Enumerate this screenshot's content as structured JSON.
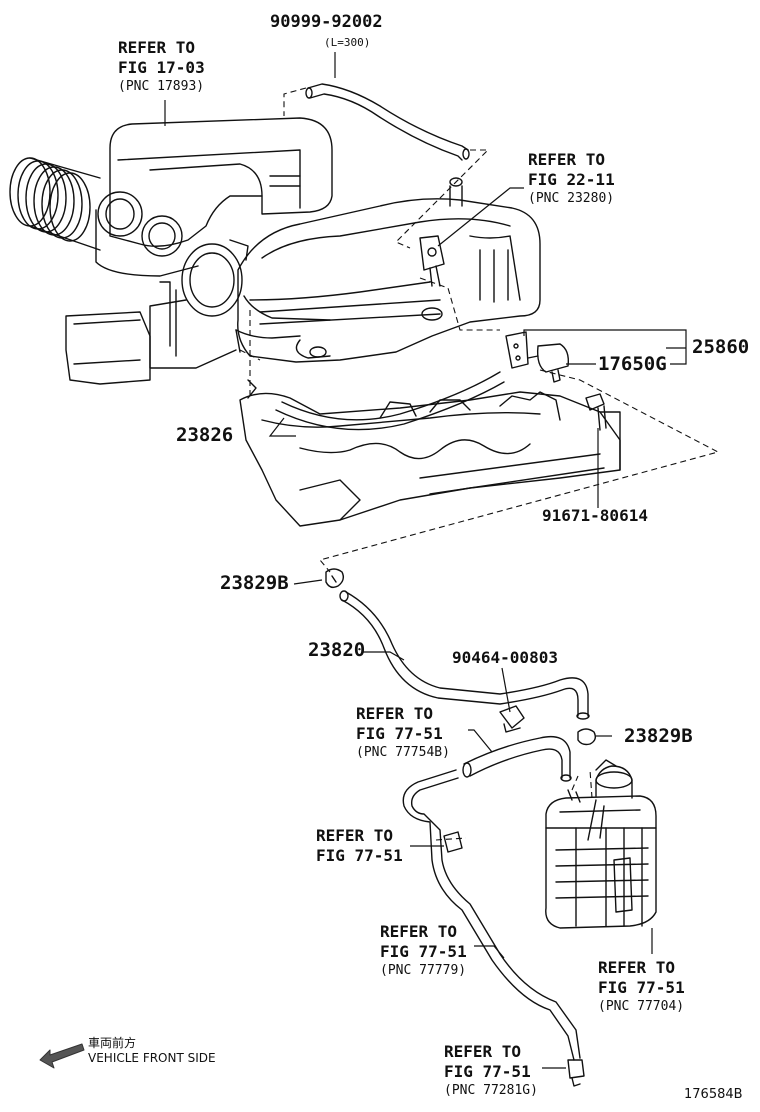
{
  "diagram_id": "176584B",
  "front_indicator": {
    "japanese": "車両前方",
    "english": "VEHICLE FRONT SIDE"
  },
  "part_numbers": {
    "hose_top": "90999-92002",
    "hose_top_length": "(L=300)",
    "vsv_assy": "25860",
    "vsv": "17650G",
    "bolt": "91671-80614",
    "hose_engine": "23826",
    "clamp_upper": "23829B",
    "hose_main": "23820",
    "clip": "90464-00803",
    "clamp_lower": "23829B"
  },
  "refer_notes": [
    {
      "line1": "REFER TO",
      "line2": "FIG 17-03",
      "line3": "(PNC 17893)"
    },
    {
      "line1": "REFER TO",
      "line2": "FIG 22-11",
      "line3": "(PNC 23280)"
    },
    {
      "line1": "REFER TO",
      "line2": "FIG 77-51",
      "line3": "(PNC 77754B)"
    },
    {
      "line1": "REFER TO",
      "line2": "FIG 77-51"
    },
    {
      "line1": "REFER TO",
      "line2": "FIG 77-51",
      "line3": "(PNC 77779)"
    },
    {
      "line1": "REFER TO",
      "line2": "FIG 77-51",
      "line3": "(PNC 77704)"
    },
    {
      "line1": "REFER TO",
      "line2": "FIG 77-51",
      "line3": "(PNC 77281G)"
    }
  ]
}
